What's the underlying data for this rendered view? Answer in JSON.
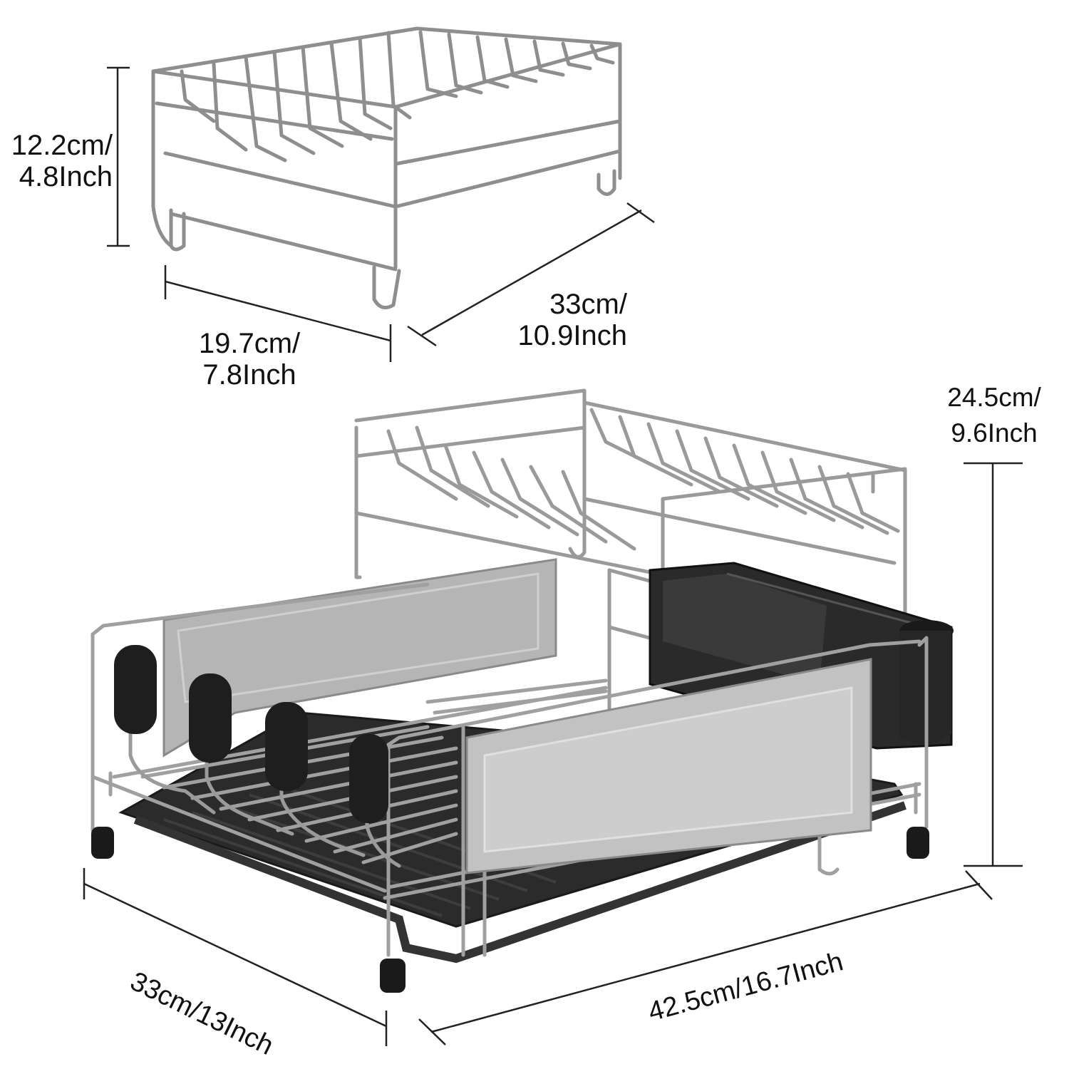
{
  "image": {
    "description_kind": "product dimension illustration",
    "colors": {
      "steel": "#9a9a9a",
      "steel_dark": "#6e6e6e",
      "panel": "#bdbdbd",
      "panel_light": "#d8d8d8",
      "black": "#1e1e1e",
      "tray": "#2a2a2a",
      "text": "#111111"
    }
  },
  "top_rack": {
    "height": {
      "l1": "12.2cm/",
      "l2": "4.8Inch"
    },
    "width": {
      "l1": "19.7cm/",
      "l2": "7.8Inch"
    },
    "depth": {
      "l1": "33cm/",
      "l2": "10.9Inch"
    }
  },
  "main_rack": {
    "height": {
      "l1": "24.5cm/",
      "l2": "9.6Inch"
    },
    "depth": {
      "text": "33cm/13Inch"
    },
    "length": {
      "text": "42.5cm/16.7Inch"
    }
  }
}
